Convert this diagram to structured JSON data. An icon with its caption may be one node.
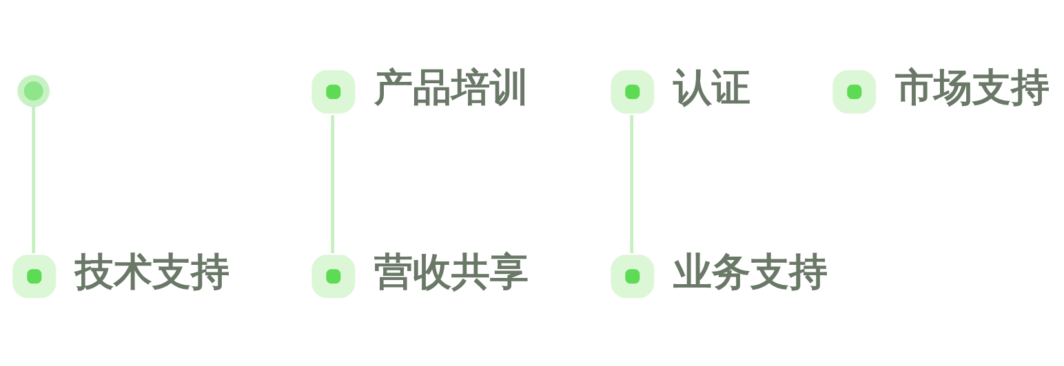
{
  "diagram": {
    "nodes": [
      {
        "text": [],
        "shape": "circle"
      },
      {
        "text": [
          "产品培训"
        ]
      },
      {
        "text": [
          "营收共享"
        ]
      },
      {
        "text": [
          "技术支持"
        ]
      },
      {
        "text": [
          "认证"
        ]
      },
      {
        "text": [
          "业务支持"
        ]
      },
      {
        "text": [
          "市场支持"
        ]
      }
    ],
    "edges": [
      {
        "from": 1,
        "to": 2,
        "arrow": "none"
      },
      {
        "from": 0,
        "to": 3,
        "arrow": "none"
      },
      {
        "from": 4,
        "to": 5,
        "arrow": "none"
      }
    ]
  }
}
